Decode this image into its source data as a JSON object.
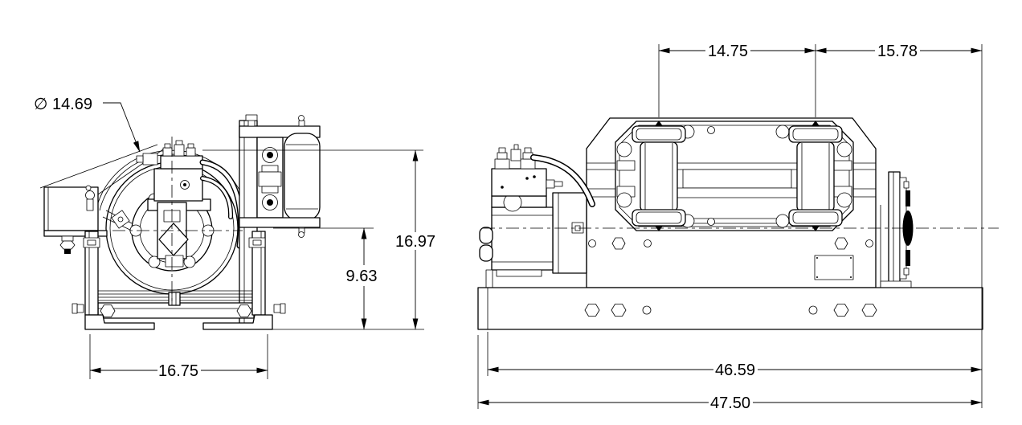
{
  "drawing": {
    "kind": "engineering dimension drawing, two orthographic views of a hydraulic winch",
    "colors": {
      "background": "#ffffff",
      "line": "#000000"
    }
  },
  "dimensions": {
    "drum_diameter": "∅ 14.69",
    "overall_height": "16.97",
    "centerline_height": "9.63",
    "end_base_width": "16.75",
    "roller_spacing": "14.75",
    "roller_to_drum_end": "15.78",
    "frame_length": "46.59",
    "base_length": "47.50"
  }
}
